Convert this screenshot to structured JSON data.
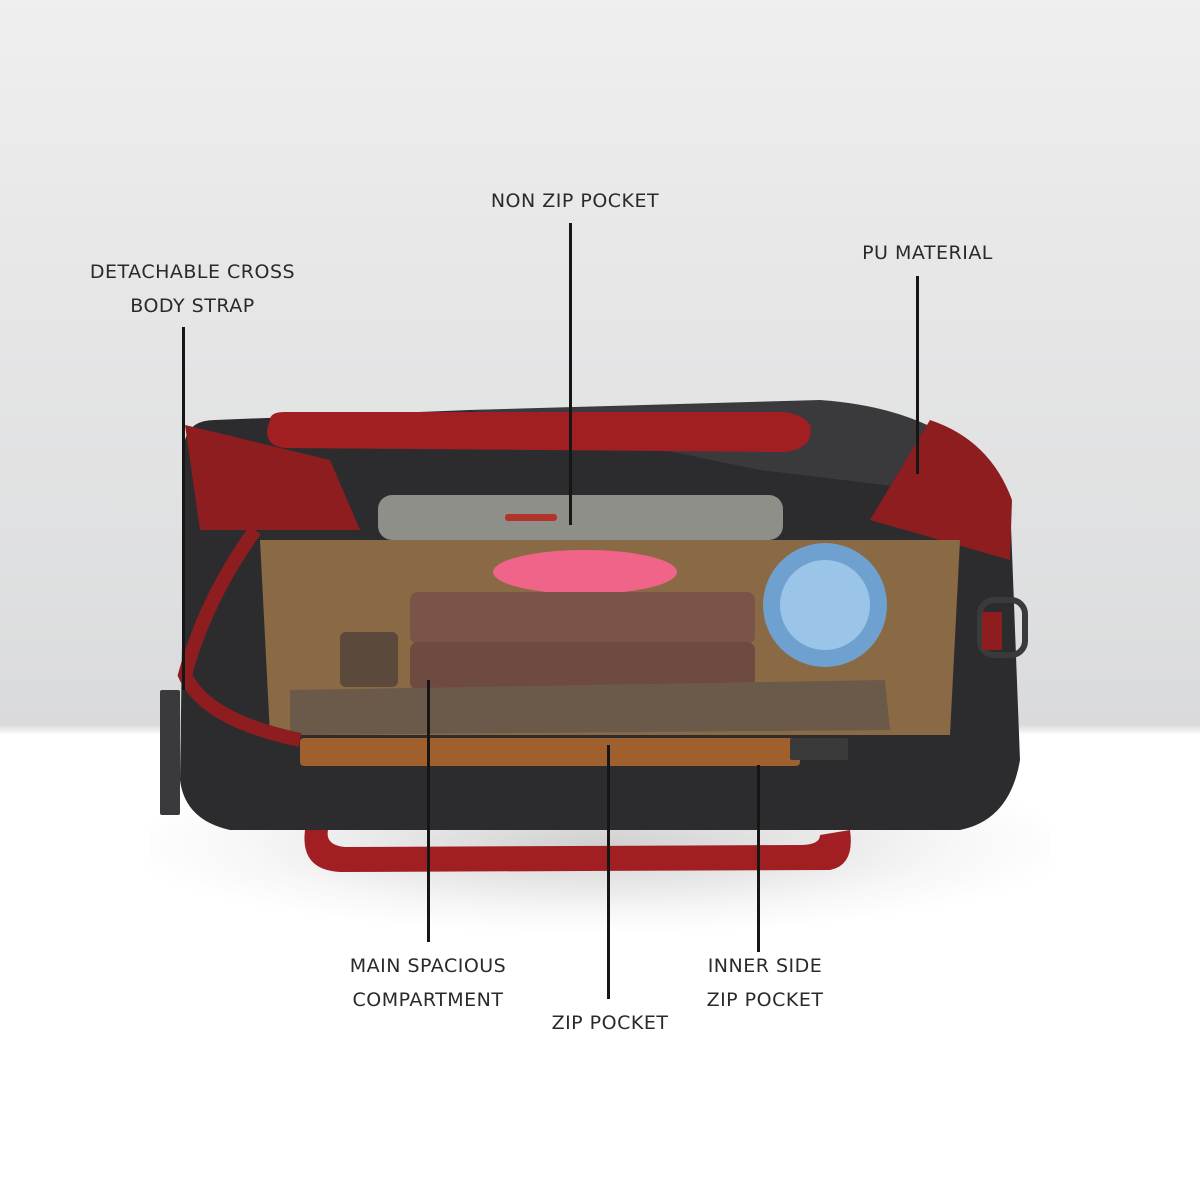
{
  "image": {
    "subject": "handbag-top-view",
    "colors": {
      "body": "#2c2c2e",
      "trim": "#8e1d1f",
      "lining": "#8a6a44",
      "pouch": "#7a5448",
      "background_top": "#efefef",
      "floor": "#ffffff"
    }
  },
  "annotations": [
    {
      "lines": [
        "NON ZIP POCKET"
      ]
    },
    {
      "lines": [
        "PU MATERIAL"
      ]
    },
    {
      "lines": [
        "DETACHABLE CROSS",
        "BODY STRAP"
      ]
    },
    {
      "lines": [
        "MAIN SPACIOUS",
        "COMPARTMENT"
      ]
    },
    {
      "lines": [
        "ZIP POCKET"
      ]
    },
    {
      "lines": [
        "INNER SIDE",
        "ZIP POCKET"
      ]
    }
  ]
}
